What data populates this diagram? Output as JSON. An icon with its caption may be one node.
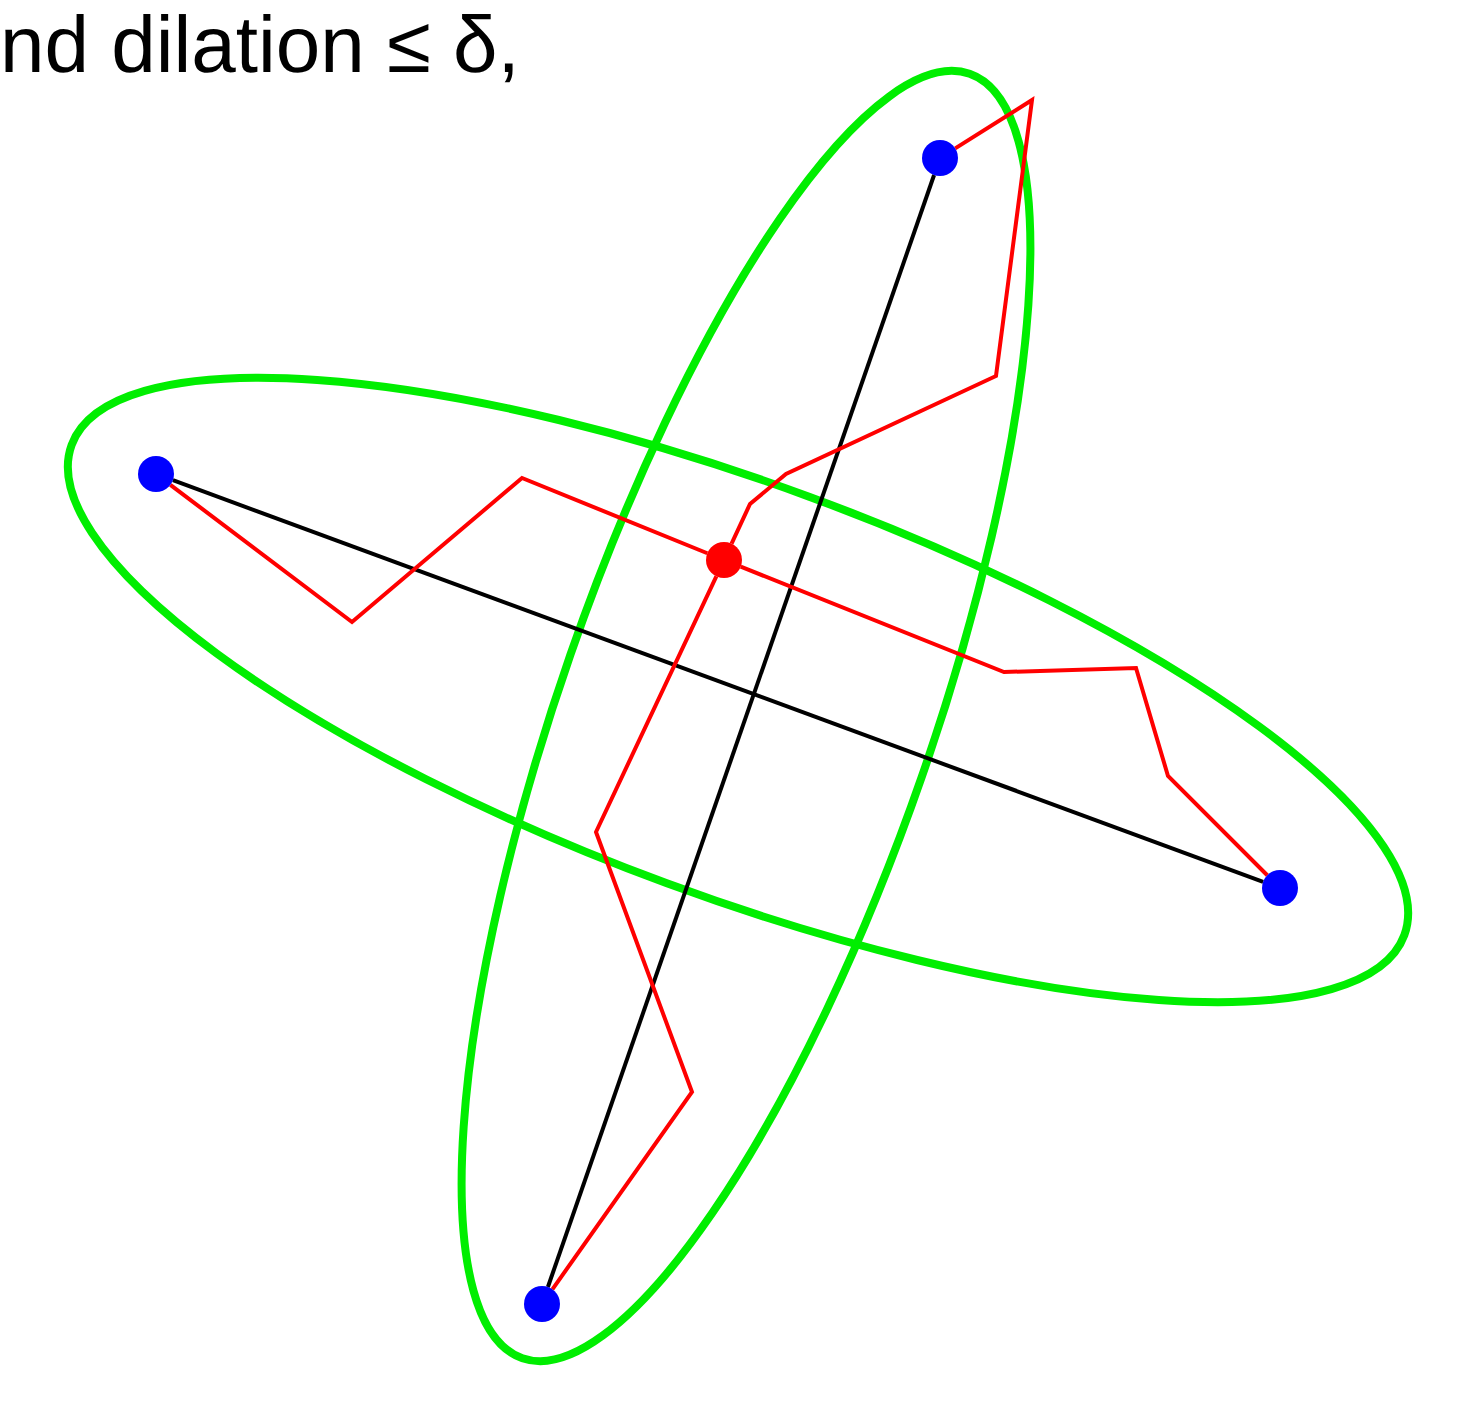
{
  "diagram": {
    "nodes": [
      {
        "text": [],
        "shape": "circle"
      },
      {
        "text": [],
        "shape": "circle"
      },
      {
        "text": [],
        "shape": "circle"
      },
      {
        "text": [],
        "shape": "circle"
      },
      {
        "text": [],
        "shape": "circle"
      }
    ],
    "edges": [
      {
        "from": 1,
        "to": 3,
        "arrow": "none",
        "color": "#000000"
      },
      {
        "from": 0,
        "to": 4,
        "arrow": "none",
        "color": "#000000"
      },
      {
        "from": 1,
        "to": 2,
        "arrow": "none"
      },
      {
        "from": 2,
        "to": 3,
        "arrow": "none"
      },
      {
        "from": 0,
        "to": 2,
        "arrow": "none"
      },
      {
        "from": 2,
        "to": 4,
        "arrow": "none"
      }
    ],
    "labels": [
      "nd dilation ≤ δ,"
    ]
  }
}
